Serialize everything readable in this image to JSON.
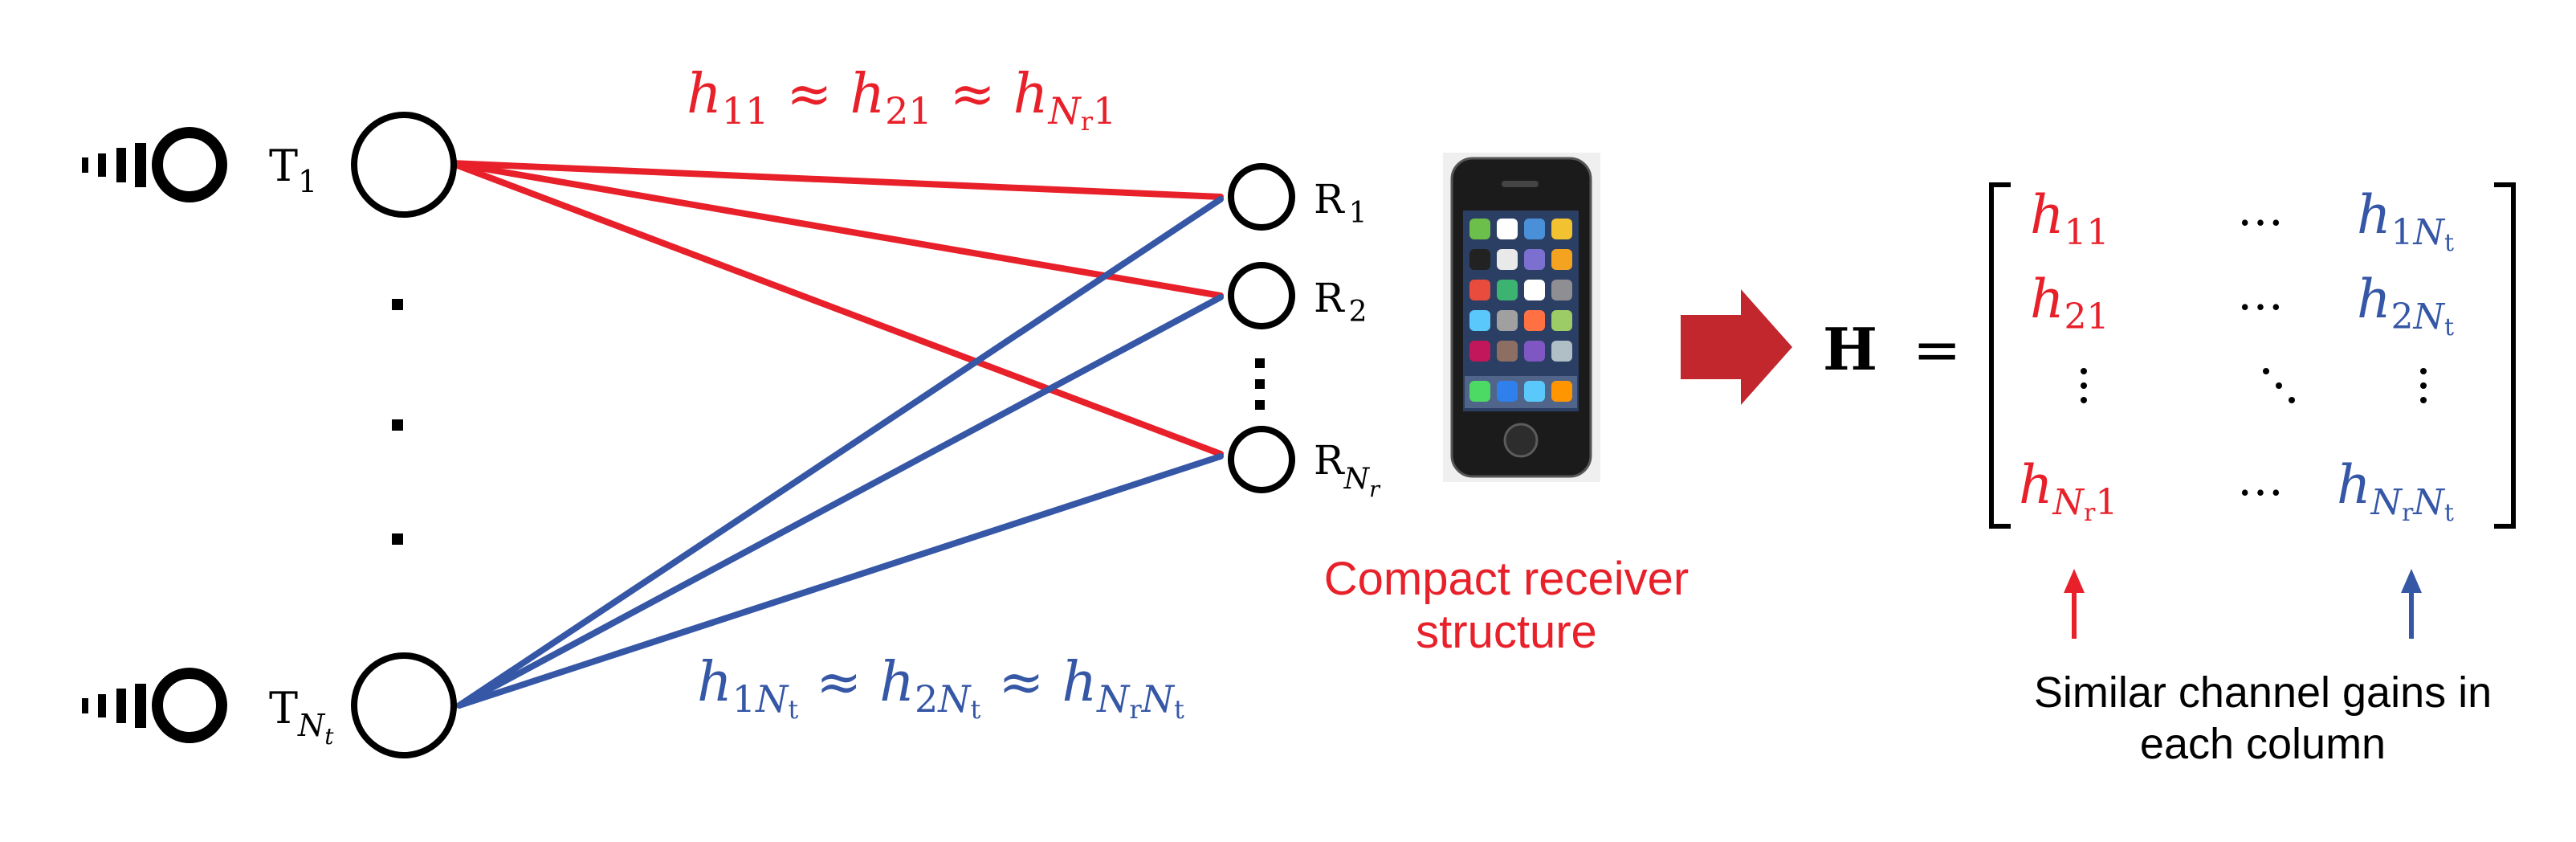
{
  "colors": {
    "red": "#e8202a",
    "blue": "#3557a6",
    "black": "#000000",
    "arrow_red": "#c1272d"
  },
  "transmitters": {
    "t1": {
      "base": "T",
      "sub": "1"
    },
    "tn": {
      "base": "T",
      "sub": "N",
      "subsub": "t"
    },
    "icon": "led-bulb-icon"
  },
  "receivers": {
    "r1": {
      "base": "R",
      "sub": "1"
    },
    "r2": {
      "base": "R",
      "sub": "2"
    },
    "rn": {
      "base": "R",
      "sub": "N",
      "subsub": "r"
    }
  },
  "equations": {
    "red": {
      "h": "h",
      "s1": "11",
      "approx": "≈",
      "s2": "21",
      "s3": "1",
      "N": "N",
      "r": "r"
    },
    "blue": {
      "h": "h",
      "one": "1",
      "two": "2",
      "N": "N",
      "t": "t",
      "r": "r",
      "approx": "≈"
    }
  },
  "matrix": {
    "lhs": "H",
    "equals": "=",
    "h": "h",
    "dots": "…",
    "r1c1": "11",
    "r2c1": "21",
    "rNc1_tail": "1",
    "r1cN_head": "1",
    "r2cN_head": "2",
    "N": "N",
    "t": "t",
    "r": "r"
  },
  "phone": {
    "icon": "smartphone-icon"
  },
  "captions": {
    "receiver_line1": "Compact receiver",
    "receiver_line2": "structure",
    "gains_line1": "Similar channel gains in",
    "gains_line2": "each column"
  }
}
